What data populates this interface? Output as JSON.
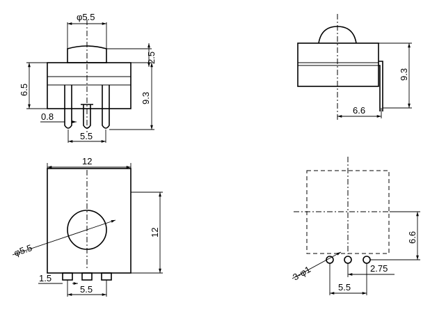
{
  "views": {
    "front": {
      "dia_top": "φ5.5",
      "cap_height": "2.5",
      "body_height": "6.5",
      "total_height": "9.3",
      "pin_width": "0.8",
      "pin_pitch": "5.5"
    },
    "side": {
      "height": "9.3",
      "offset": "6.6"
    },
    "top": {
      "width": "12",
      "height": "12",
      "dia": "φ5.5",
      "pin_offset": "1.5",
      "pin_pitch": "5.5"
    },
    "footprint": {
      "holes": "3-φ1",
      "offset_v": "6.6",
      "spacing": "2.75",
      "pitch": "5.5"
    }
  }
}
